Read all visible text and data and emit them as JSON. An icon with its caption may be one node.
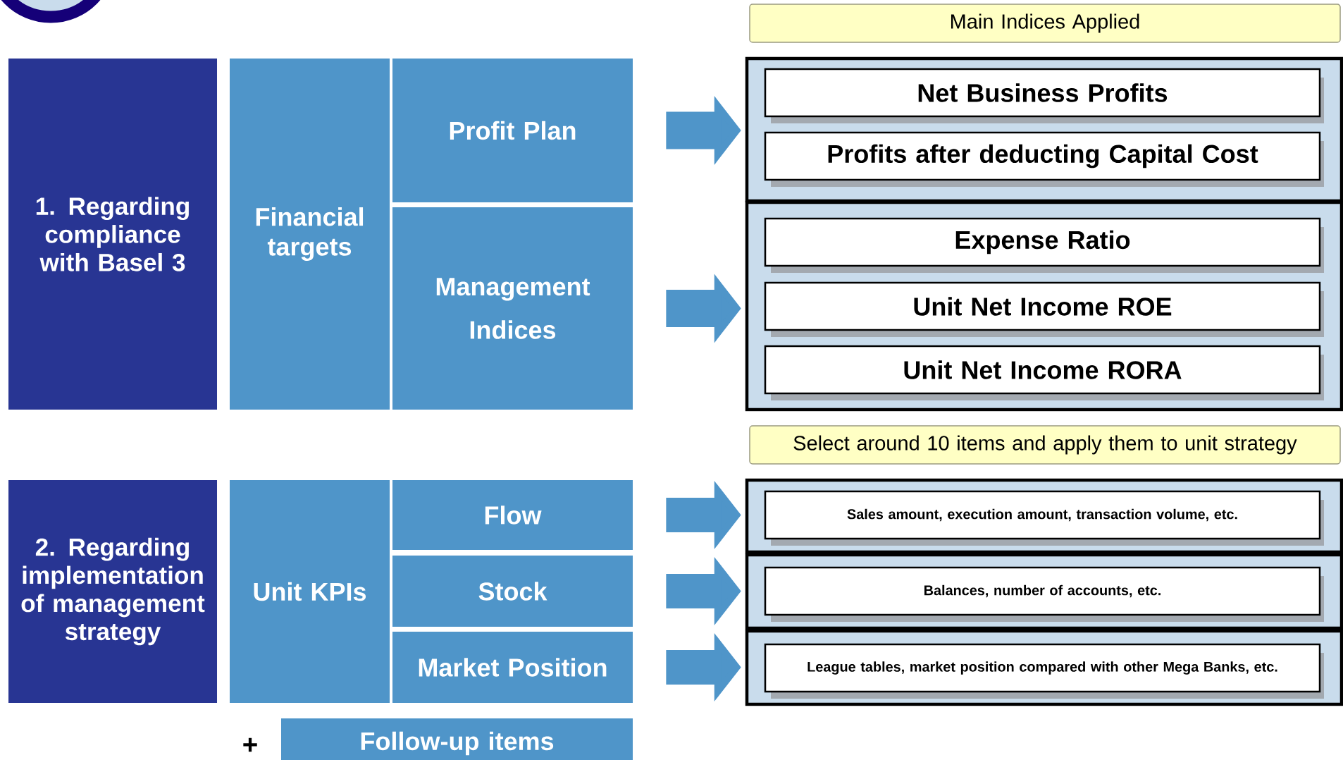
{
  "diagram": {
    "nodes": [
      {
        "text": [
          "1. Regarding compliance with Basel 3"
        ]
      },
      {
        "text": [
          "Financial targets"
        ]
      },
      {
        "text": [
          "Profit Plan"
        ]
      },
      {
        "text": [
          "Management Indices"
        ]
      },
      {
        "text": [
          "Main Indices Applied"
        ]
      },
      {
        "text": [],
        "shape": "box"
      },
      {
        "text": [
          "Net Business Profits"
        ],
        "in": 5
      },
      {
        "text": [
          "Profits after deducting Capital Cost"
        ],
        "in": 5
      },
      {
        "text": [],
        "shape": "box"
      },
      {
        "text": [
          "Expense Ratio"
        ],
        "in": 8
      },
      {
        "text": [
          "Unit Net Income ROE"
        ],
        "in": 8
      },
      {
        "text": [
          "Unit Net Income RORA"
        ],
        "in": 8
      },
      {
        "text": [
          "Select around 10 items and apply them to unit strategy"
        ]
      },
      {
        "text": [
          "2. Regarding implementation of management strategy"
        ]
      },
      {
        "text": [
          "Unit KPIs"
        ]
      },
      {
        "text": [
          "Flow"
        ]
      },
      {
        "text": [
          "Stock"
        ]
      },
      {
        "text": [
          "Market Position"
        ]
      },
      {
        "text": [],
        "shape": "box"
      },
      {
        "text": [
          "Sales amount, execution amount, transaction volume, etc."
        ],
        "in": 18
      },
      {
        "text": [],
        "shape": "box"
      },
      {
        "text": [
          "Balances, number of accounts, etc."
        ],
        "in": 20
      },
      {
        "text": [],
        "shape": "box"
      },
      {
        "text": [
          "League tables, market position compared with other Mega Banks, etc."
        ],
        "in": 22
      },
      {
        "text": [
          "Follow-up items"
        ]
      }
    ],
    "edges": [
      {
        "from": 2,
        "to": 5,
        "arrow": "to"
      },
      {
        "from": 3,
        "to": 8,
        "arrow": "to"
      },
      {
        "from": 15,
        "to": 18,
        "arrow": "to"
      },
      {
        "from": 16,
        "to": 20,
        "arrow": "to"
      },
      {
        "from": 17,
        "to": 22,
        "arrow": "to"
      }
    ],
    "labels": [
      "+"
    ]
  }
}
